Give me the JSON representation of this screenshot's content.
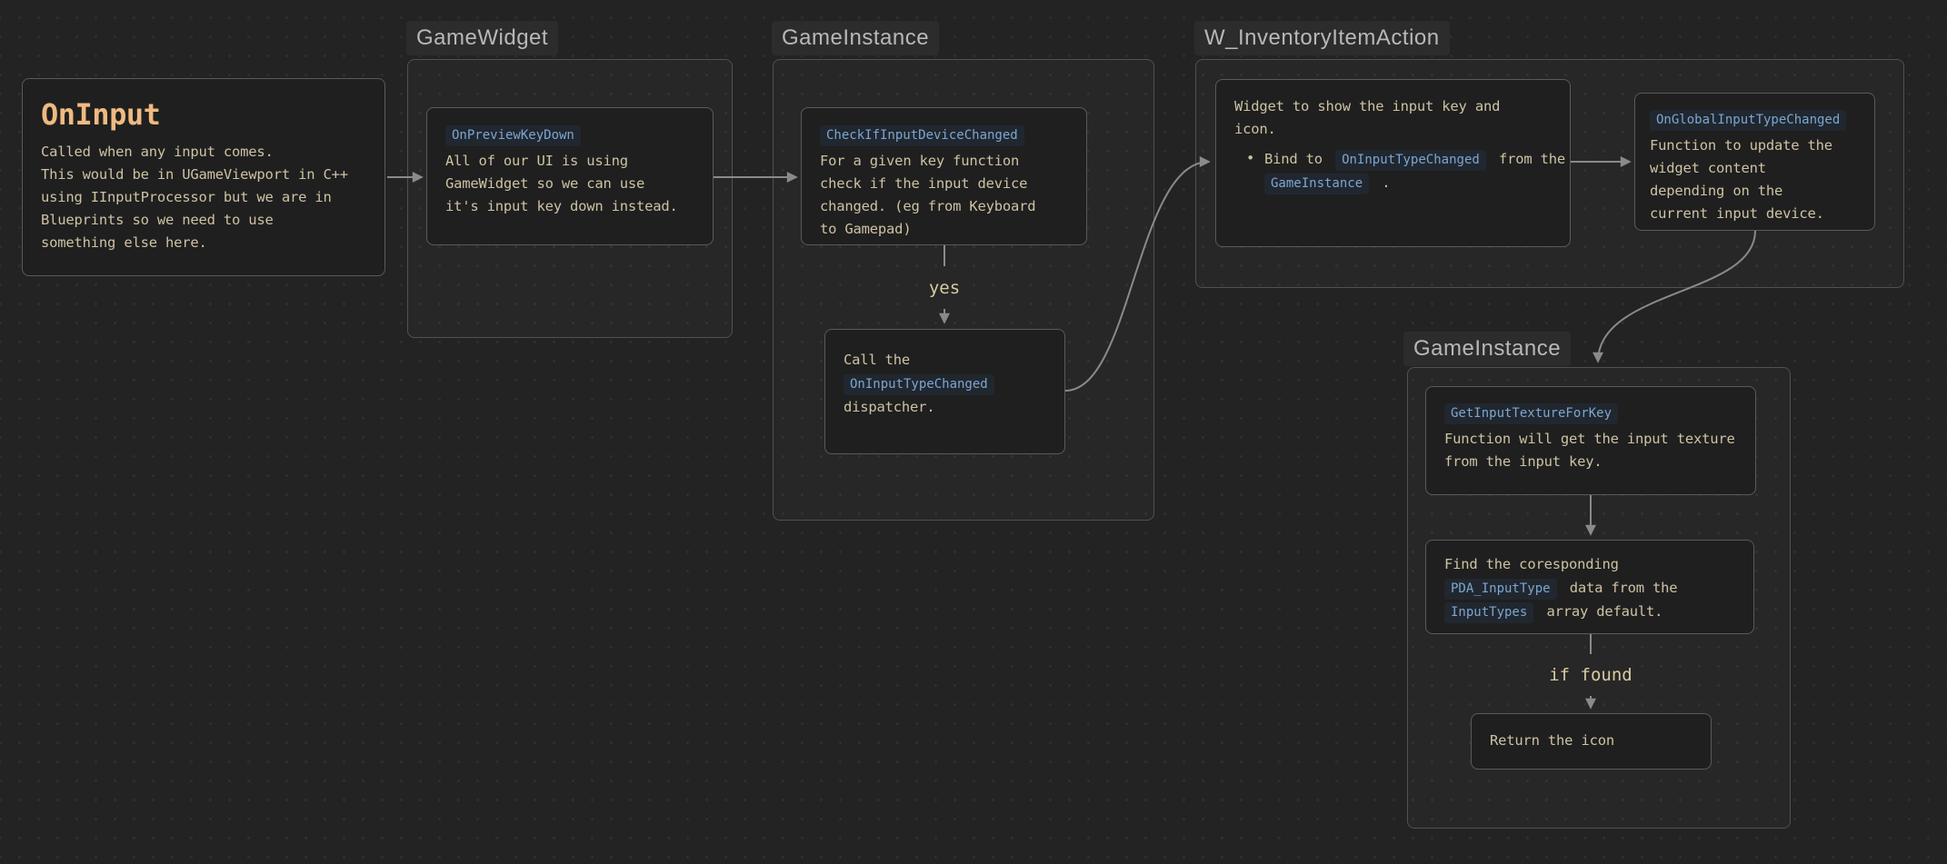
{
  "colors": {
    "canvas_bg": "#232323",
    "dot_grid": "#2e2e2e",
    "group_border": "#515151",
    "node_bg": "#1f1f1f",
    "node_border": "#5a5a5a",
    "body_text": "#cdc2a3",
    "title_text": "#efba80",
    "code_text": "#7ca6d1",
    "code_bg": "#21272f",
    "group_label_text": "#b8b8b8",
    "edge": "#8a8a8a"
  },
  "groups": {
    "game_widget": {
      "label": "GameWidget"
    },
    "game_instance_1": {
      "label": "GameInstance"
    },
    "w_inventory_item_action": {
      "label": "W_InventoryItemAction"
    },
    "game_instance_2": {
      "label": "GameInstance"
    }
  },
  "nodes": {
    "on_input": {
      "title": "OnInput",
      "body": "Called when any input comes.\nThis would be in UGameViewport in C++\nusing IInputProcessor but we are in\nBlueprints so we need to use\nsomething else here."
    },
    "on_preview_key_down": {
      "code": "OnPreviewKeyDown",
      "body": "All of our UI is using\nGameWidget so we can use\nit's input key down instead."
    },
    "check_if_input_device_changed": {
      "code": "CheckIfInputDeviceChanged",
      "body": "For a given key function\ncheck if the input device\nchanged. (eg from Keyboard\nto Gamepad)"
    },
    "call_dispatcher": {
      "text_before": "Call the",
      "code": "OnInputTypeChanged",
      "text_after": "dispatcher."
    },
    "widget_show_key": {
      "intro": "Widget to show the input key and\nicon.",
      "bullet_marker": "•",
      "bullet": {
        "text1": "Bind to",
        "code1": "OnInputTypeChanged",
        "text2": "from the",
        "code2": "GameInstance",
        "text3": "."
      }
    },
    "on_global_input_type_changed": {
      "code": "OnGlobalInputTypeChanged",
      "body": "Function to update the\nwidget content\ndepending on the\ncurrent input device."
    },
    "get_input_texture_for_key": {
      "code": "GetInputTextureForKey",
      "body": "Function will get the input texture\nfrom the input key."
    },
    "find_data": {
      "text1": "Find the coresponding",
      "code1": "PDA_InputType",
      "text2": "data from the",
      "code2": "InputTypes",
      "text3": "array default."
    },
    "return_icon": {
      "body": "Return the icon"
    }
  },
  "edge_labels": {
    "yes": "yes",
    "if_found": "if found"
  }
}
